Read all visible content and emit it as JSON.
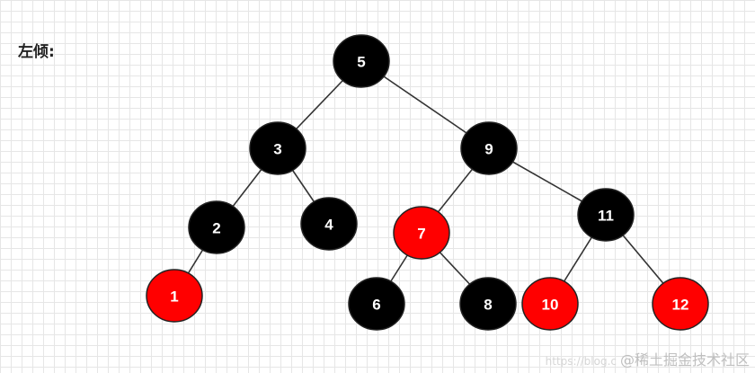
{
  "title": "左倾:",
  "colors": {
    "black_node": "#000000",
    "red_node": "#ff0000",
    "node_text": "#ffffff",
    "edge": "#333333"
  },
  "tree": {
    "nodes": [
      {
        "id": "n5",
        "label": "5",
        "color": "black"
      },
      {
        "id": "n3",
        "label": "3",
        "color": "black"
      },
      {
        "id": "n9",
        "label": "9",
        "color": "black"
      },
      {
        "id": "n2",
        "label": "2",
        "color": "black"
      },
      {
        "id": "n4",
        "label": "4",
        "color": "black"
      },
      {
        "id": "n7",
        "label": "7",
        "color": "red"
      },
      {
        "id": "n11",
        "label": "11",
        "color": "black"
      },
      {
        "id": "n1",
        "label": "1",
        "color": "red"
      },
      {
        "id": "n6",
        "label": "6",
        "color": "black"
      },
      {
        "id": "n8",
        "label": "8",
        "color": "black"
      },
      {
        "id": "n10",
        "label": "10",
        "color": "red"
      },
      {
        "id": "n12",
        "label": "12",
        "color": "red"
      }
    ],
    "edges": [
      {
        "from": "n5",
        "to": "n3"
      },
      {
        "from": "n5",
        "to": "n9"
      },
      {
        "from": "n3",
        "to": "n2"
      },
      {
        "from": "n3",
        "to": "n4"
      },
      {
        "from": "n2",
        "to": "n1"
      },
      {
        "from": "n9",
        "to": "n7"
      },
      {
        "from": "n9",
        "to": "n11"
      },
      {
        "from": "n7",
        "to": "n6"
      },
      {
        "from": "n7",
        "to": "n8"
      },
      {
        "from": "n11",
        "to": "n10"
      },
      {
        "from": "n11",
        "to": "n12"
      }
    ]
  },
  "watermark": {
    "url": "https://blog.c",
    "text": "@稀土掘金技术社区"
  }
}
